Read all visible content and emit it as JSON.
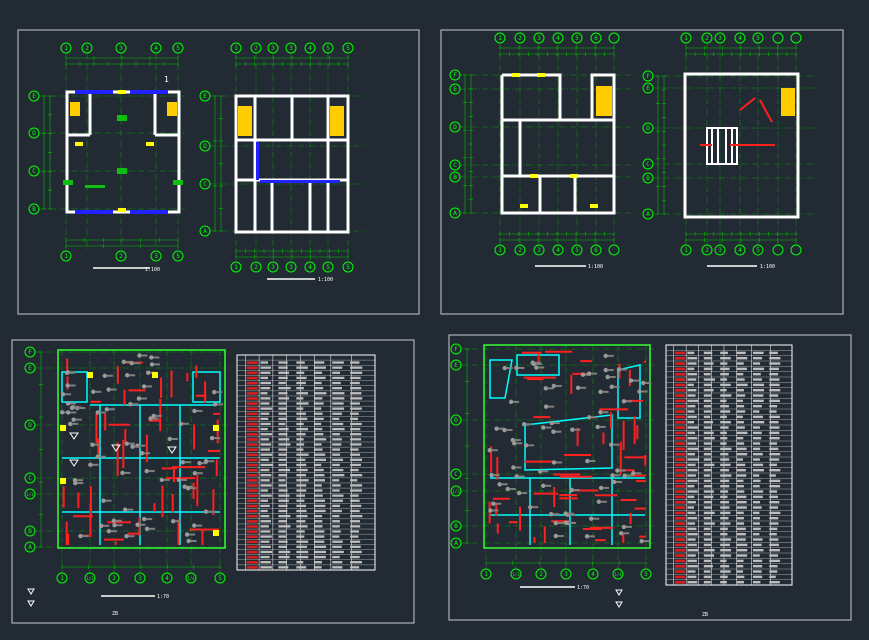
{
  "colors": {
    "background": "#222a33",
    "frame": "#c8ccd0",
    "wall": "#ffffff",
    "grid_bubble": "#00ff00",
    "dimension": "#00c000",
    "axis_line": "#0a9c0a",
    "door_label": "#ffff00",
    "window": "#2222ff",
    "beam": "#ff2020",
    "column": "#9a9a9a",
    "slab_edge": "#00ffff",
    "slab_border": "#33ff33"
  },
  "sheets": [
    {
      "id": "sheet-1",
      "plans": [
        {
          "id": "plan-1a",
          "top_axes": [
            "1",
            "2",
            "3",
            "4",
            "5"
          ],
          "bottom_axes": [
            "1",
            "2",
            "3",
            "5"
          ],
          "left_axes": [
            "E",
            "D",
            "C",
            "B"
          ],
          "scale": "1:100",
          "room_label": "1"
        },
        {
          "id": "plan-1b",
          "top_axes": [
            "1",
            "2",
            "3",
            "3",
            "4",
            "5",
            "5"
          ],
          "bottom_axes": [
            "1",
            "2",
            "3",
            "3",
            "4",
            "5",
            "5"
          ],
          "left_axes": [
            "E",
            "D",
            "C",
            "A"
          ],
          "scale": "1:100"
        }
      ]
    },
    {
      "id": "sheet-2",
      "plans": [
        {
          "id": "plan-2a",
          "top_axes": [
            "1",
            "2",
            "3",
            "4",
            "5",
            "6"
          ],
          "bottom_axes": [
            "1",
            "2",
            "3",
            "4",
            "5",
            "6"
          ],
          "left_axes": [
            "F",
            "E",
            "D",
            "C",
            "B",
            "A"
          ],
          "scale": "1:100"
        },
        {
          "id": "plan-2b",
          "top_axes": [
            "1",
            "2",
            "3",
            "4",
            "5"
          ],
          "bottom_axes": [
            "1",
            "2",
            "3",
            "4",
            "5"
          ],
          "left_axes": [
            "F",
            "E",
            "D",
            "C",
            "B",
            "A"
          ],
          "scale": "1:100"
        }
      ]
    },
    {
      "id": "sheet-3",
      "bottom_axes": [
        "1",
        "1/3",
        "2",
        "3",
        "4",
        "1/4",
        "5"
      ],
      "left_axes": [
        "F",
        "E",
        "D",
        "C",
        "1/3",
        "B",
        "A"
      ],
      "scale": "1:70",
      "table_title": "ZB",
      "table_rows": 42
    },
    {
      "id": "sheet-4",
      "bottom_axes": [
        "1",
        "1/3",
        "2",
        "3",
        "4",
        "1/4",
        "5"
      ],
      "left_axes": [
        "F",
        "E",
        "D",
        "C",
        "1/3",
        "B",
        "A"
      ],
      "scale": "1:70",
      "table_title": "ZB",
      "table_rows": 45
    }
  ]
}
